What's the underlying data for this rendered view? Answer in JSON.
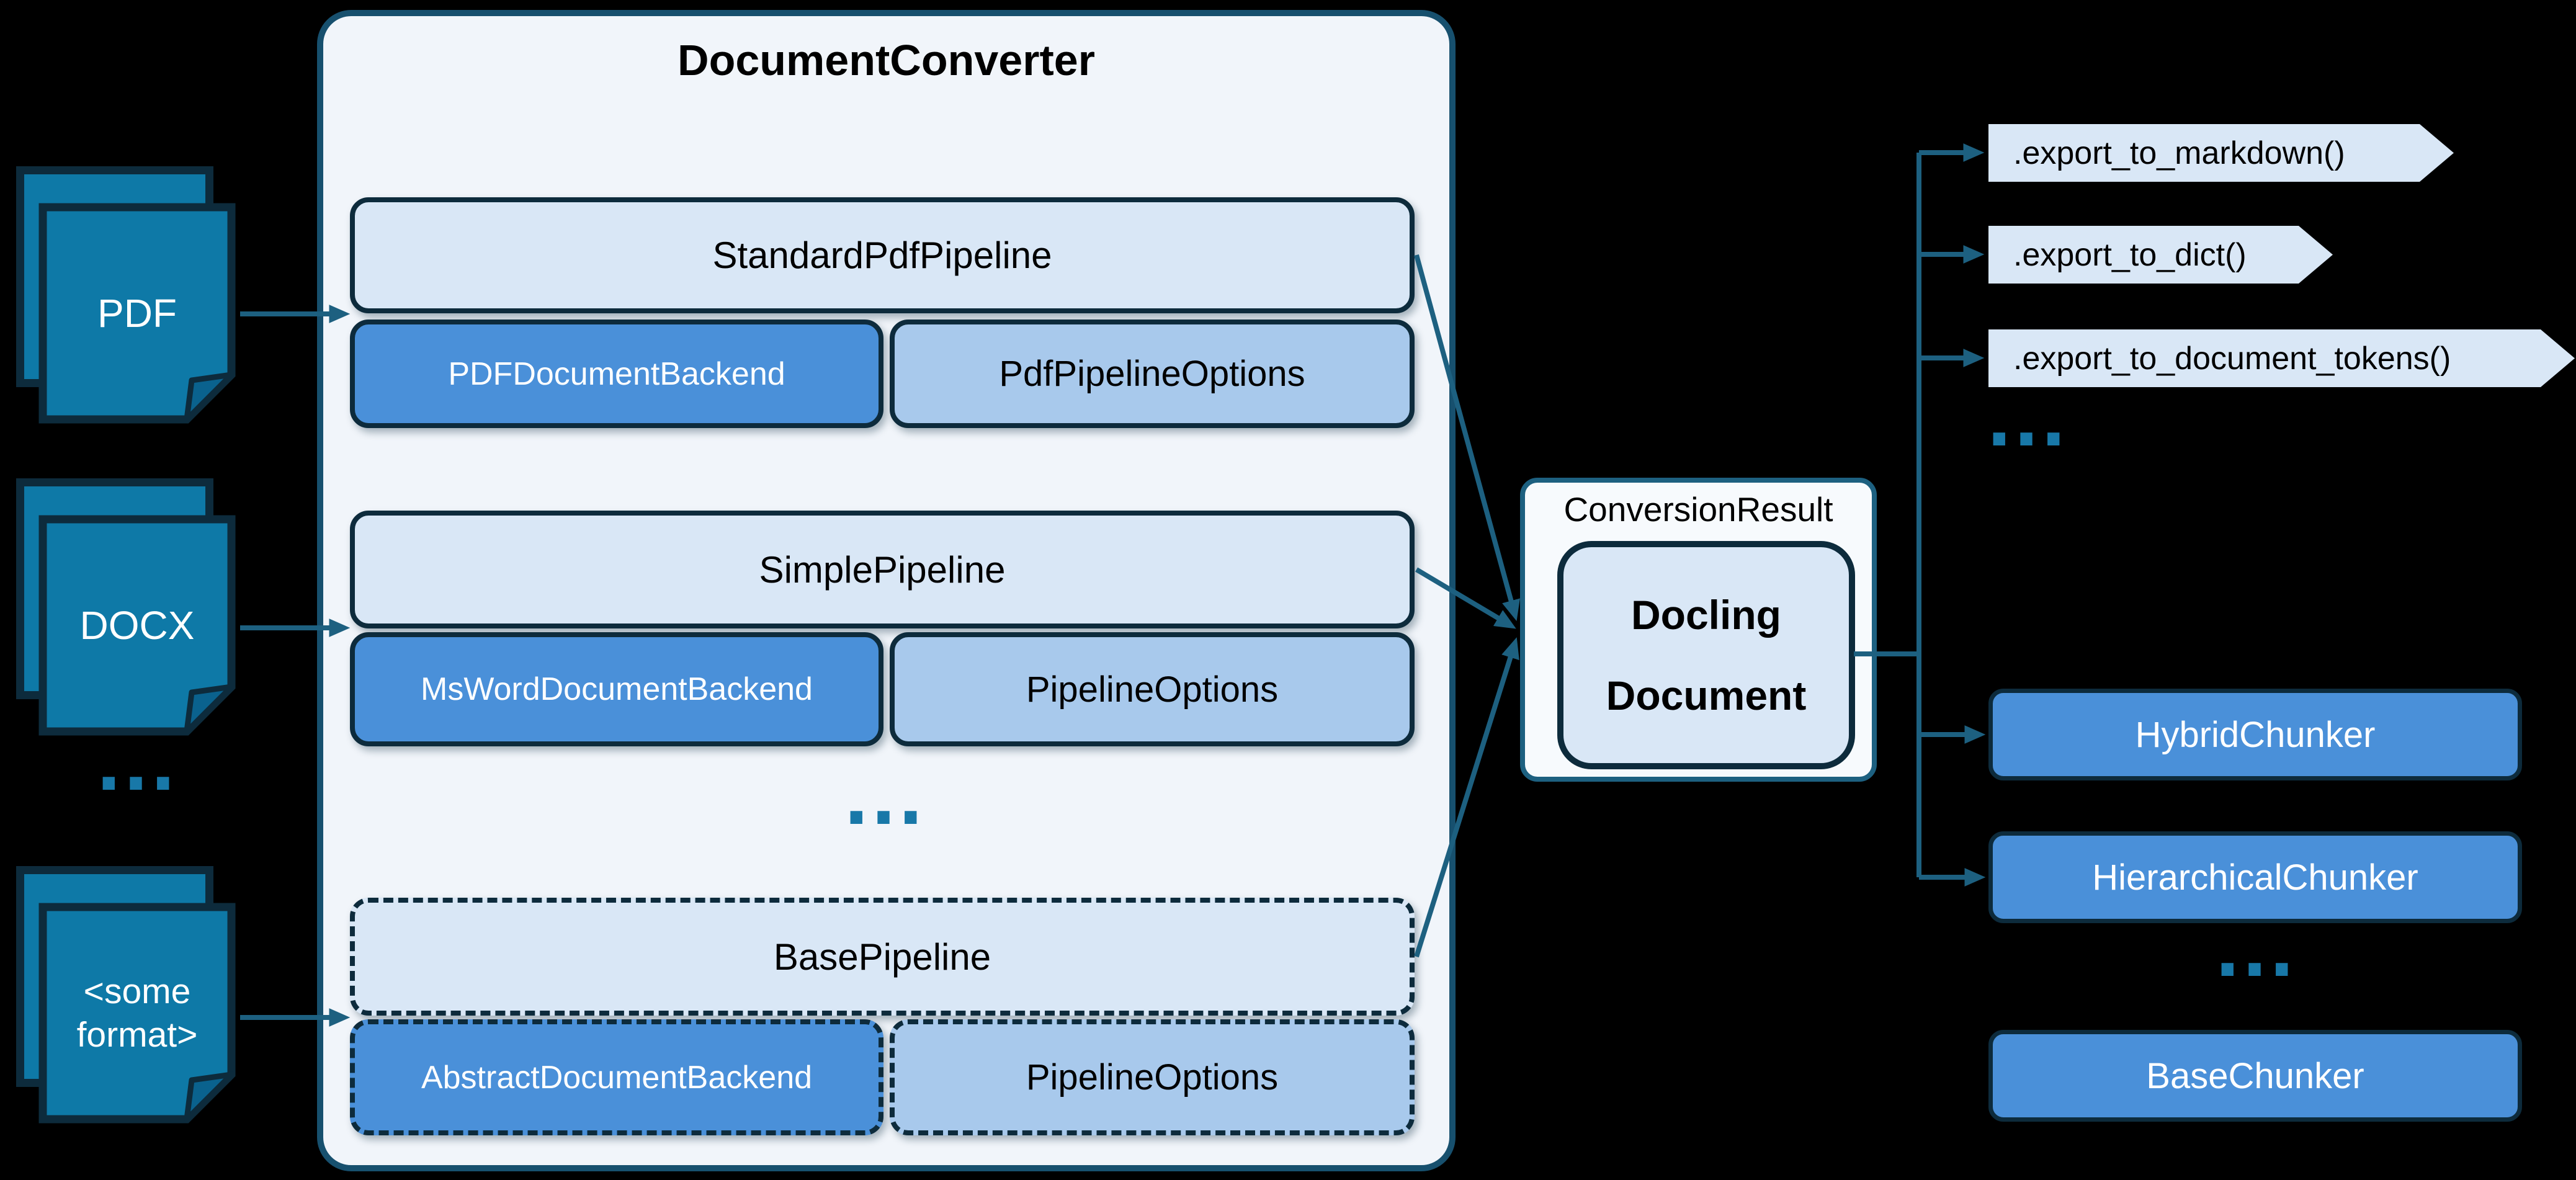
{
  "title": "DocumentConverter",
  "inputs": {
    "pdf": "PDF",
    "docx": "DOCX",
    "ellipsis": "...",
    "some_format_line1": "<some",
    "some_format_line2": "format>"
  },
  "converter": {
    "ellipsis": "...",
    "pipelines": [
      {
        "name": "StandardPdfPipeline",
        "backend": "PDFDocumentBackend",
        "options": "PdfPipelineOptions"
      },
      {
        "name": "SimplePipeline",
        "backend": "MsWordDocumentBackend",
        "options": "PipelineOptions"
      },
      {
        "name": "BasePipeline",
        "backend": "AbstractDocumentBackend",
        "options": "PipelineOptions"
      }
    ]
  },
  "result": {
    "label": "ConversionResult",
    "document_line1": "Docling",
    "document_line2": "Document"
  },
  "exports": {
    "items": [
      ".export_to_markdown()",
      ".export_to_dict()",
      ".export_to_document_tokens()"
    ],
    "ellipsis": "..."
  },
  "chunkers": {
    "items": [
      "HybridChunker",
      "HierarchicalChunker"
    ],
    "ellipsis": "...",
    "base": "BaseChunker"
  },
  "colors": {
    "background": "#000000",
    "container_fill": "#f1f5fa",
    "light_blue_fill": "#d9e7f6",
    "medium_blue_fill": "#4a90d9",
    "pale_blue_fill": "#a8c9ec",
    "document_icon_fill": "#0e79a7",
    "navy_border": "#0d2b3c",
    "teal_border": "#1d6080",
    "arrow_teal": "#1d6080",
    "dots_teal": "#1878a8"
  }
}
